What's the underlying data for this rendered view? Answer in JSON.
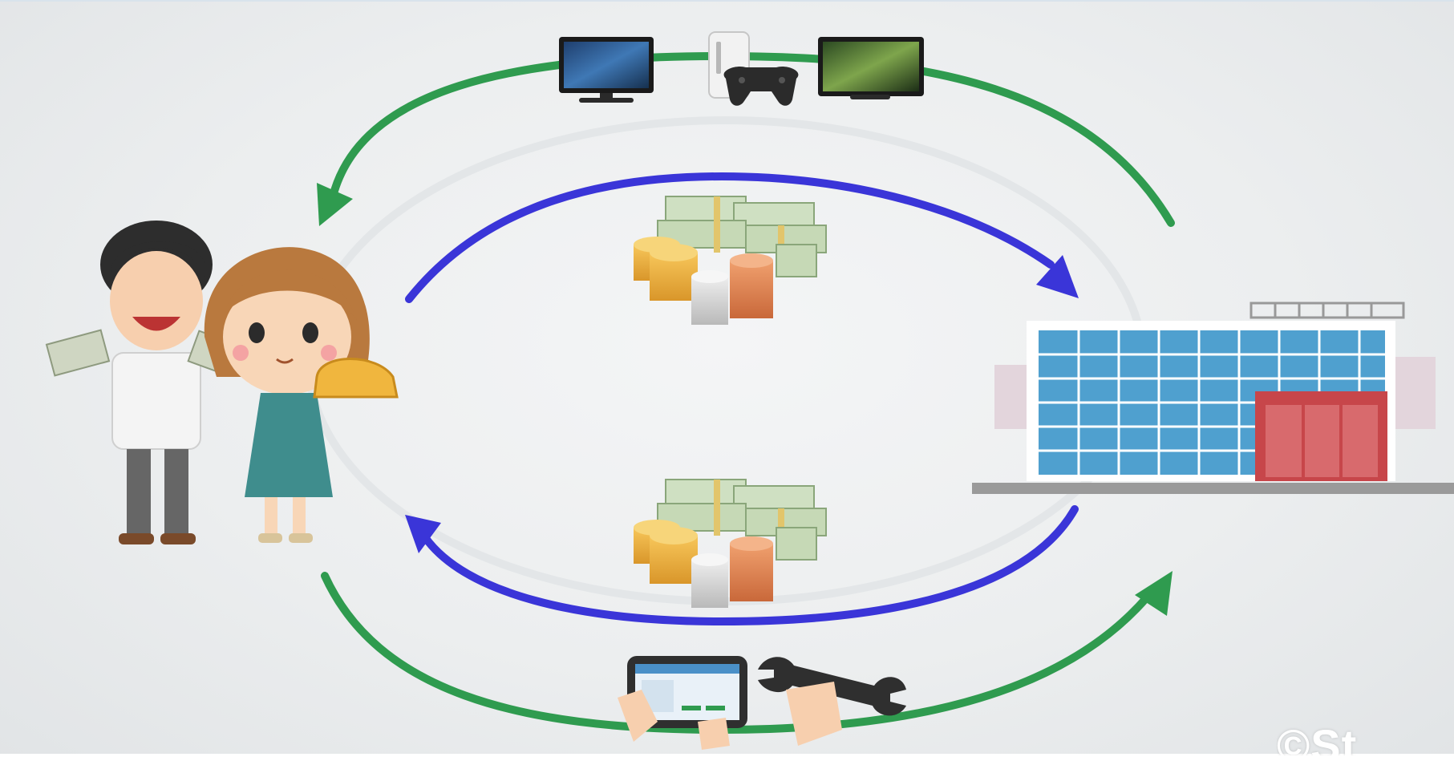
{
  "colors": {
    "goods_flow": "#2f9b4f",
    "money_flow": "#3a35d8",
    "building_glass": "#4fa0cf",
    "building_door": "#c7464a",
    "background": "#eceeef"
  },
  "icons": {
    "top_flow": [
      "monitor-icon",
      "game-console-icon",
      "monitor-icon"
    ],
    "bottom_flow": [
      "tablet-icon",
      "wrench-icon"
    ],
    "money": [
      "cash-stacks-icon",
      "coin-stacks-icon"
    ],
    "household": [
      "man-holding-money",
      "woman-holding-purse"
    ],
    "firm": [
      "office-building-icon"
    ]
  },
  "watermark": "©St"
}
